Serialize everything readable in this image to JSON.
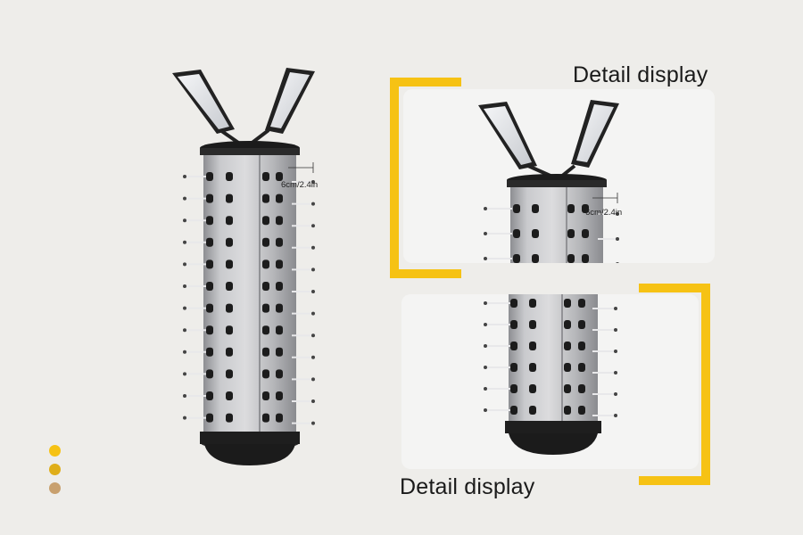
{
  "captions": {
    "top": "Detail display",
    "bottom": "Detail display"
  },
  "measurement": {
    "label": "6cm/2.4in"
  },
  "colors": {
    "background": "#eeedea",
    "accent": "#f6c214",
    "panel": "#f4f4f3",
    "cylinder": "#b8b9bc",
    "base": "#1e1e1e"
  },
  "dots": [
    "#f6c214",
    "#dfae19",
    "#c8a06e"
  ]
}
